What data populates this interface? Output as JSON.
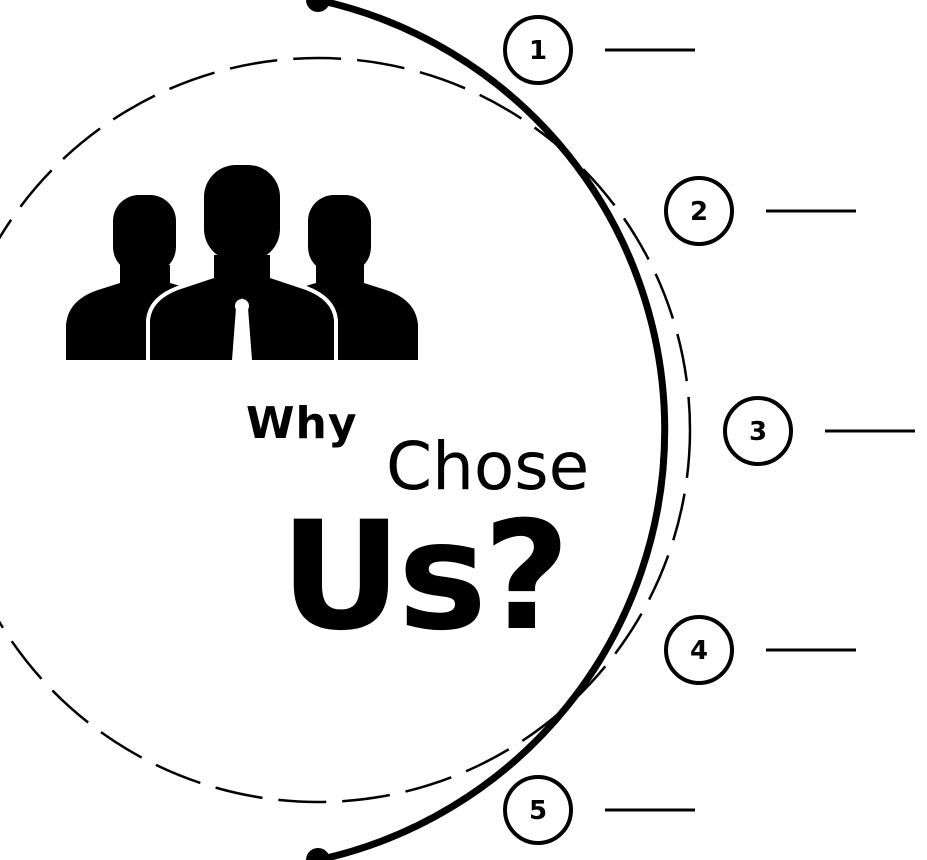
{
  "title": {
    "line1": "Why",
    "line2": "Chose",
    "line3": "Us?"
  },
  "steps": [
    {
      "number": "1"
    },
    {
      "number": "2"
    },
    {
      "number": "3"
    },
    {
      "number": "4"
    },
    {
      "number": "5"
    }
  ],
  "icon": "group-of-people-icon",
  "colors": {
    "foreground": "#000000",
    "background": "#ffffff"
  }
}
